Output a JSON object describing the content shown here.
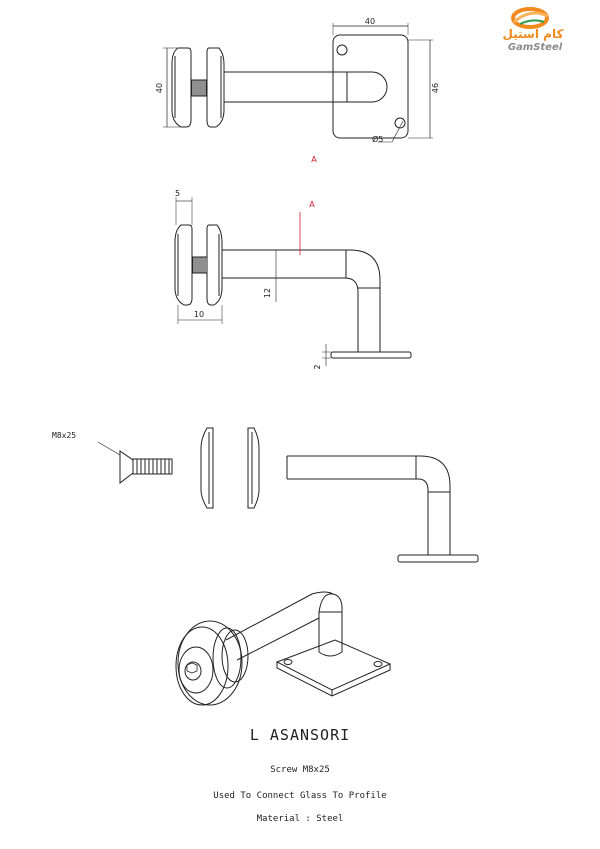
{
  "logo": {
    "persian_text": "کام استیل",
    "latin_text": "GamSteel",
    "colors": {
      "orange": "#f28a1e",
      "green": "#2e9b47",
      "gray": "#8a8a8a"
    }
  },
  "top_view": {
    "dim_width": "40",
    "dim_left_height": "40",
    "dim_right_height": "46",
    "hole_label": "Ø5",
    "section_label": "A"
  },
  "side_view": {
    "dim_top": "5",
    "section_label": "A",
    "dim_vertical": "12",
    "dim_bottom": "10",
    "dim_plate": "2"
  },
  "exploded_view": {
    "screw_label": "M8x25"
  },
  "caption": {
    "title": "L ASANSORI",
    "line1": "Screw M8x25",
    "line2": "Used To Connect Glass To Profile",
    "line3": "Material : Steel"
  },
  "colors": {
    "line": "#222222",
    "annotation_red": "#d61b2a"
  }
}
